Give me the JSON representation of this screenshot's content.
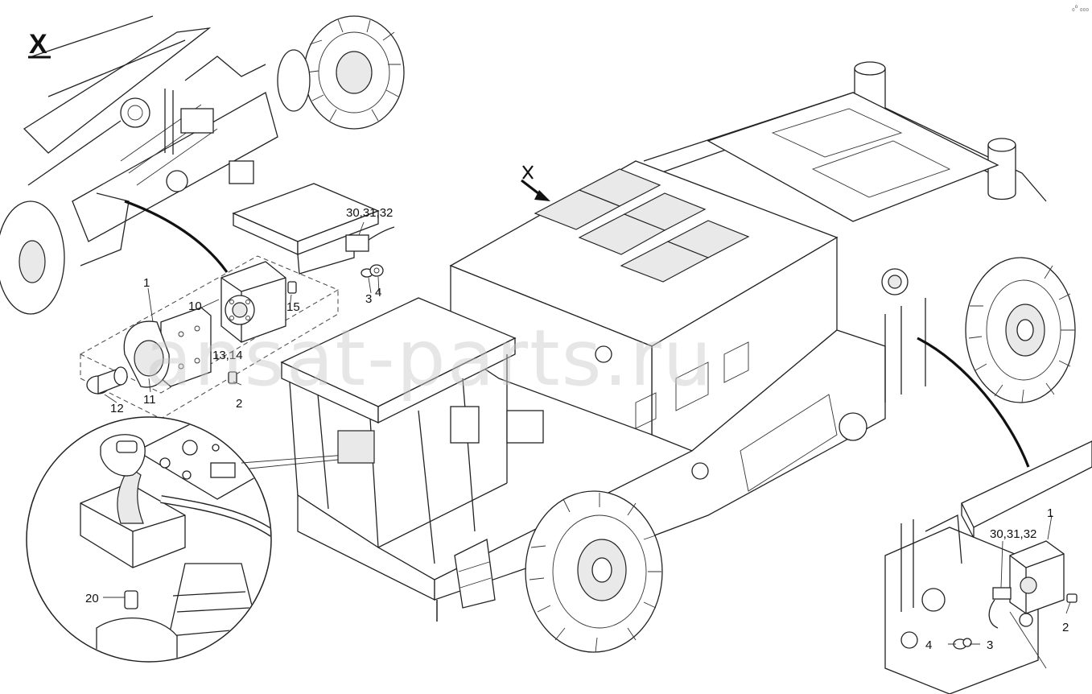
{
  "view_marker": "X",
  "corner_mark": "₀⁰ ₀₀₀",
  "watermark": "ansat-parts.ru",
  "callouts": {
    "left_assembly": {
      "c1": "1",
      "c10": "10",
      "c15": "15",
      "c3": "3",
      "c4": "4",
      "c30": "30,31,32",
      "c13": "13,14",
      "c2": "2",
      "c11": "11",
      "c12": "12"
    },
    "joystick_detail": {
      "c20": "20"
    },
    "right_detail": {
      "c1": "1",
      "c30": "30,31,32",
      "c2": "2",
      "c4": "4",
      "c3": "3"
    }
  },
  "view_arrow_label": "X"
}
